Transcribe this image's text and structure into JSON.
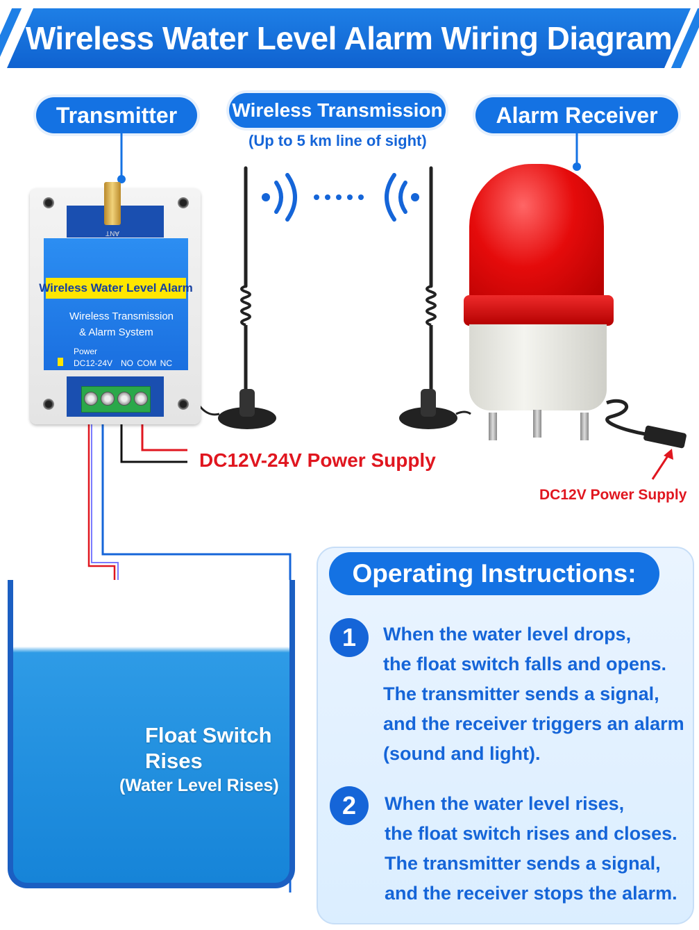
{
  "title": "Wireless Water Level Alarm Wiring Diagram",
  "labels": {
    "transmitter": "Transmitter",
    "wireless": "Wireless Transmission",
    "wireless_range": "(Up to 5 km line of sight)",
    "receiver": "Alarm Receiver"
  },
  "device": {
    "name": "Wireless Water Level Alarm",
    "line1": "Wireless Transmission",
    "line2": "& Alarm System",
    "power": "Power",
    "voltage": "DC12-24V",
    "terminals": "NO COM NC",
    "ant": "ANT"
  },
  "power": {
    "transmitter": "DC12V-24V Power Supply",
    "receiver": "DC12V Power Supply"
  },
  "float": {
    "line1": "Float Switch",
    "line2": "Rises",
    "line3": "(Water Level Rises)"
  },
  "instructions": {
    "heading": "Operating Instructions:",
    "steps": [
      {
        "number": "1",
        "lines": [
          "When the water level drops,",
          "the float switch falls and opens.",
          "The transmitter sends a signal,",
          "and the receiver triggers an alarm",
          "(sound and light)."
        ]
      },
      {
        "number": "2",
        "lines": [
          "When the water level rises,",
          "the float switch rises and closes.",
          "The transmitter sends a signal,",
          "and the receiver stops the alarm."
        ]
      }
    ]
  },
  "colors": {
    "brand_blue": "#1472e3",
    "power_red": "#e0161f",
    "device_yellow": "#ffe600",
    "alarm_red": "#e50b0b"
  }
}
